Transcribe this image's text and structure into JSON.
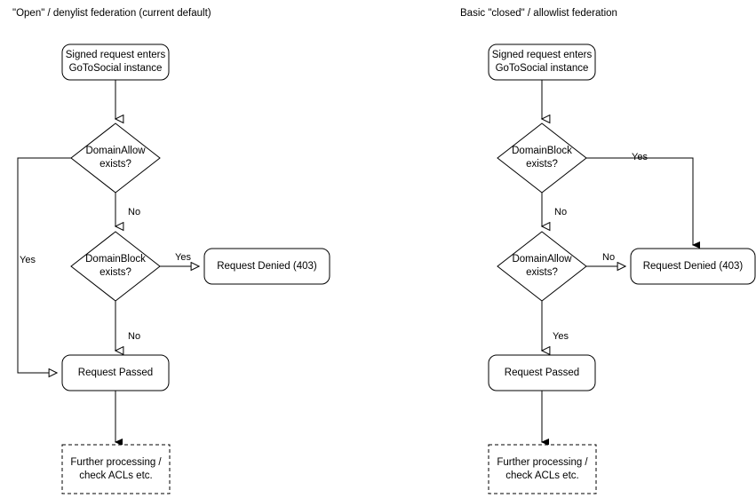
{
  "diagrams": [
    {
      "id": "open-denylist",
      "title": "\"Open\" / denylist federation (current default)",
      "nodes": {
        "start": "Signed request enters\nGoToSocial instance",
        "decision1": "DomainAllow\nexists?",
        "decision2": "DomainBlock\nexists?",
        "denied": "Request Denied (403)",
        "passed": "Request Passed",
        "further": "Further processing /\ncheck ACLs etc."
      },
      "edges": {
        "allow_yes": "Yes",
        "allow_no": "No",
        "block_yes": "Yes",
        "block_no": "No"
      }
    },
    {
      "id": "closed-allowlist",
      "title": "Basic \"closed\" / allowlist federation",
      "nodes": {
        "start": "Signed request enters\nGoToSocial instance",
        "decision1": "DomainBlock\nexists?",
        "decision2": "DomainAllow\nexists?",
        "denied": "Request Denied (403)",
        "passed": "Request Passed",
        "further": "Further processing /\ncheck ACLs etc."
      },
      "edges": {
        "block_yes": "Yes",
        "block_no": "No",
        "allow_no": "No",
        "allow_yes": "Yes"
      }
    }
  ],
  "style": {
    "stroke": "#000000",
    "fill": "#ffffff",
    "background": "#ffffff"
  }
}
